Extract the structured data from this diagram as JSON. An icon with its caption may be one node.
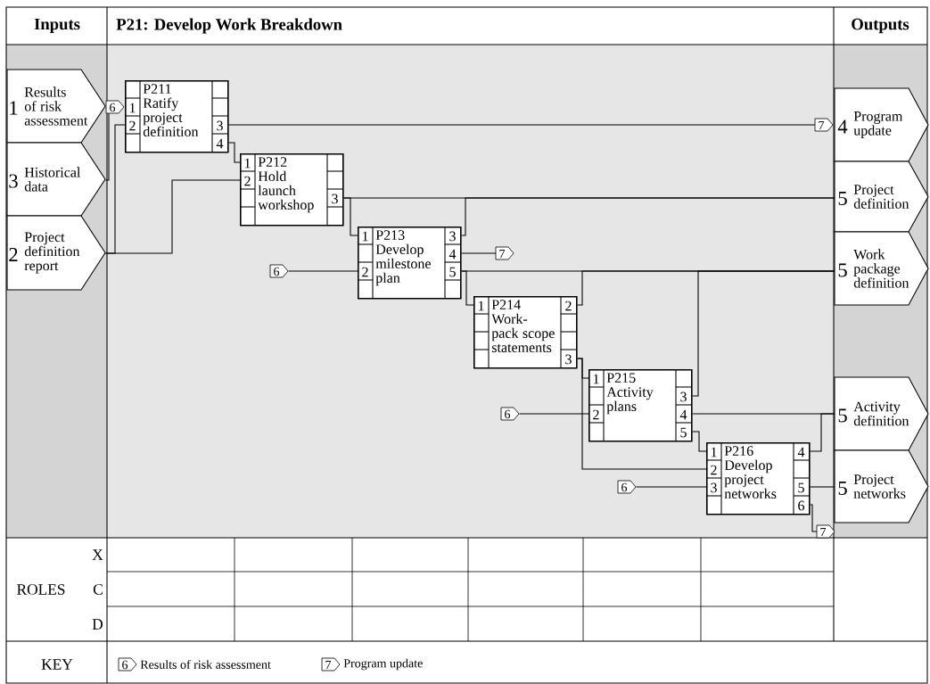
{
  "diagram": {
    "title": "P21: Develop Work Breakdown",
    "nodes": [
      {
        "text": [
          "1",
          "Results of risk assessment"
        ]
      },
      {
        "text": [
          "3",
          "Historical data"
        ]
      },
      {
        "text": [
          "2",
          "Project definition report"
        ]
      },
      {
        "text": [
          "4",
          "Program update"
        ]
      },
      {
        "text": [
          "5",
          "Project definition"
        ]
      },
      {
        "text": [
          "5",
          "Work package definition"
        ]
      },
      {
        "text": [
          "5",
          "Activity definition"
        ]
      },
      {
        "text": [
          "5",
          "Project networks"
        ]
      },
      {
        "text": [
          "P211",
          "Ratify project definition",
          "1",
          "2",
          "3",
          "4"
        ]
      },
      {
        "text": [
          "P212",
          "Hold launch workshop",
          "1",
          "2",
          "3"
        ]
      },
      {
        "text": [
          "P213",
          "Develop milestone plan",
          "1",
          "2",
          "3",
          "4",
          "5"
        ]
      },
      {
        "text": [
          "P214",
          "Work-pack scope statements",
          "1",
          "2",
          "3"
        ]
      },
      {
        "text": [
          "P215",
          "Activity plans",
          "1",
          "2",
          "3",
          "4",
          "5"
        ]
      },
      {
        "text": [
          "P216",
          "Develop project networks",
          "1",
          "2",
          "3",
          "4",
          "5",
          "6"
        ]
      },
      {
        "text": [
          "6"
        ]
      },
      {
        "text": [
          "7"
        ]
      },
      {
        "text": [
          "6"
        ]
      },
      {
        "text": [
          "7"
        ]
      },
      {
        "text": [
          "6"
        ]
      },
      {
        "text": [
          "6"
        ]
      },
      {
        "text": [
          "7"
        ]
      }
    ],
    "edges": [
      {
        "from": 1,
        "to": 14,
        "arrow": "none"
      },
      {
        "from": 2,
        "to": 8,
        "arrow": "none"
      },
      {
        "from": 2,
        "to": 9,
        "arrow": "none"
      },
      {
        "from": 8,
        "to": 15,
        "arrow": "none"
      },
      {
        "from": 8,
        "to": 9,
        "arrow": "none"
      },
      {
        "from": 9,
        "to": 4,
        "arrow": "none"
      },
      {
        "from": 9,
        "to": 10,
        "arrow": "none"
      },
      {
        "from": 10,
        "to": 4,
        "arrow": "none"
      },
      {
        "from": 16,
        "to": 10,
        "arrow": "none"
      },
      {
        "from": 10,
        "to": 17,
        "arrow": "none"
      },
      {
        "from": 10,
        "to": 5,
        "arrow": "none"
      },
      {
        "from": 10,
        "to": 11,
        "arrow": "none"
      },
      {
        "from": 11,
        "to": 5,
        "arrow": "none"
      },
      {
        "from": 12,
        "to": 5,
        "arrow": "none"
      },
      {
        "from": 11,
        "to": 12,
        "arrow": "none"
      },
      {
        "from": 11,
        "to": 13,
        "arrow": "none"
      },
      {
        "from": 18,
        "to": 12,
        "arrow": "none"
      },
      {
        "from": 12,
        "to": 6,
        "arrow": "none"
      },
      {
        "from": 12,
        "to": 13,
        "arrow": "none"
      },
      {
        "from": 13,
        "to": 6,
        "arrow": "none"
      },
      {
        "from": 19,
        "to": 13,
        "arrow": "none"
      },
      {
        "from": 13,
        "to": 7,
        "arrow": "none"
      },
      {
        "from": 13,
        "to": 20,
        "arrow": "none"
      }
    ],
    "labels": [
      "Inputs",
      "Outputs",
      "X",
      "ROLES",
      "C",
      "D",
      "KEY",
      "6",
      "7"
    ],
    "legend": [
      {
        "text": "Results of risk assessment"
      },
      {
        "text": "Program update"
      }
    ]
  }
}
